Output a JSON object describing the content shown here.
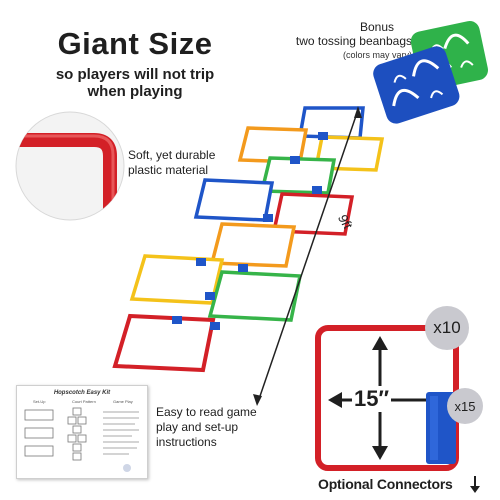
{
  "headline": {
    "title": "Giant Size",
    "subtitle_line1": "so players will not trip",
    "subtitle_line2": "when playing"
  },
  "bonus": {
    "title": "Bonus",
    "subtitle": "two tossing beanbags",
    "note": "(colors may vary)"
  },
  "material": {
    "line1": "Soft, yet durable",
    "line2": "plastic material"
  },
  "course": {
    "length_label": "9ft"
  },
  "instructions": {
    "line1": "Easy to read game",
    "line2": "play and set-up",
    "line3": "instructions"
  },
  "instruction_sheet": {
    "title": "Hopscotch Easy Kit",
    "col1": "Set-Up",
    "col2": "Court Pattern",
    "col3": "Game Play"
  },
  "square": {
    "count": "x10",
    "size": "15″"
  },
  "connectors": {
    "count": "x15",
    "label": "Optional Connectors"
  },
  "colors": {
    "red": "#d32027",
    "blue": "#1f55c8",
    "yellow": "#f4c21a",
    "green": "#36b449",
    "orange": "#f39a1d"
  }
}
